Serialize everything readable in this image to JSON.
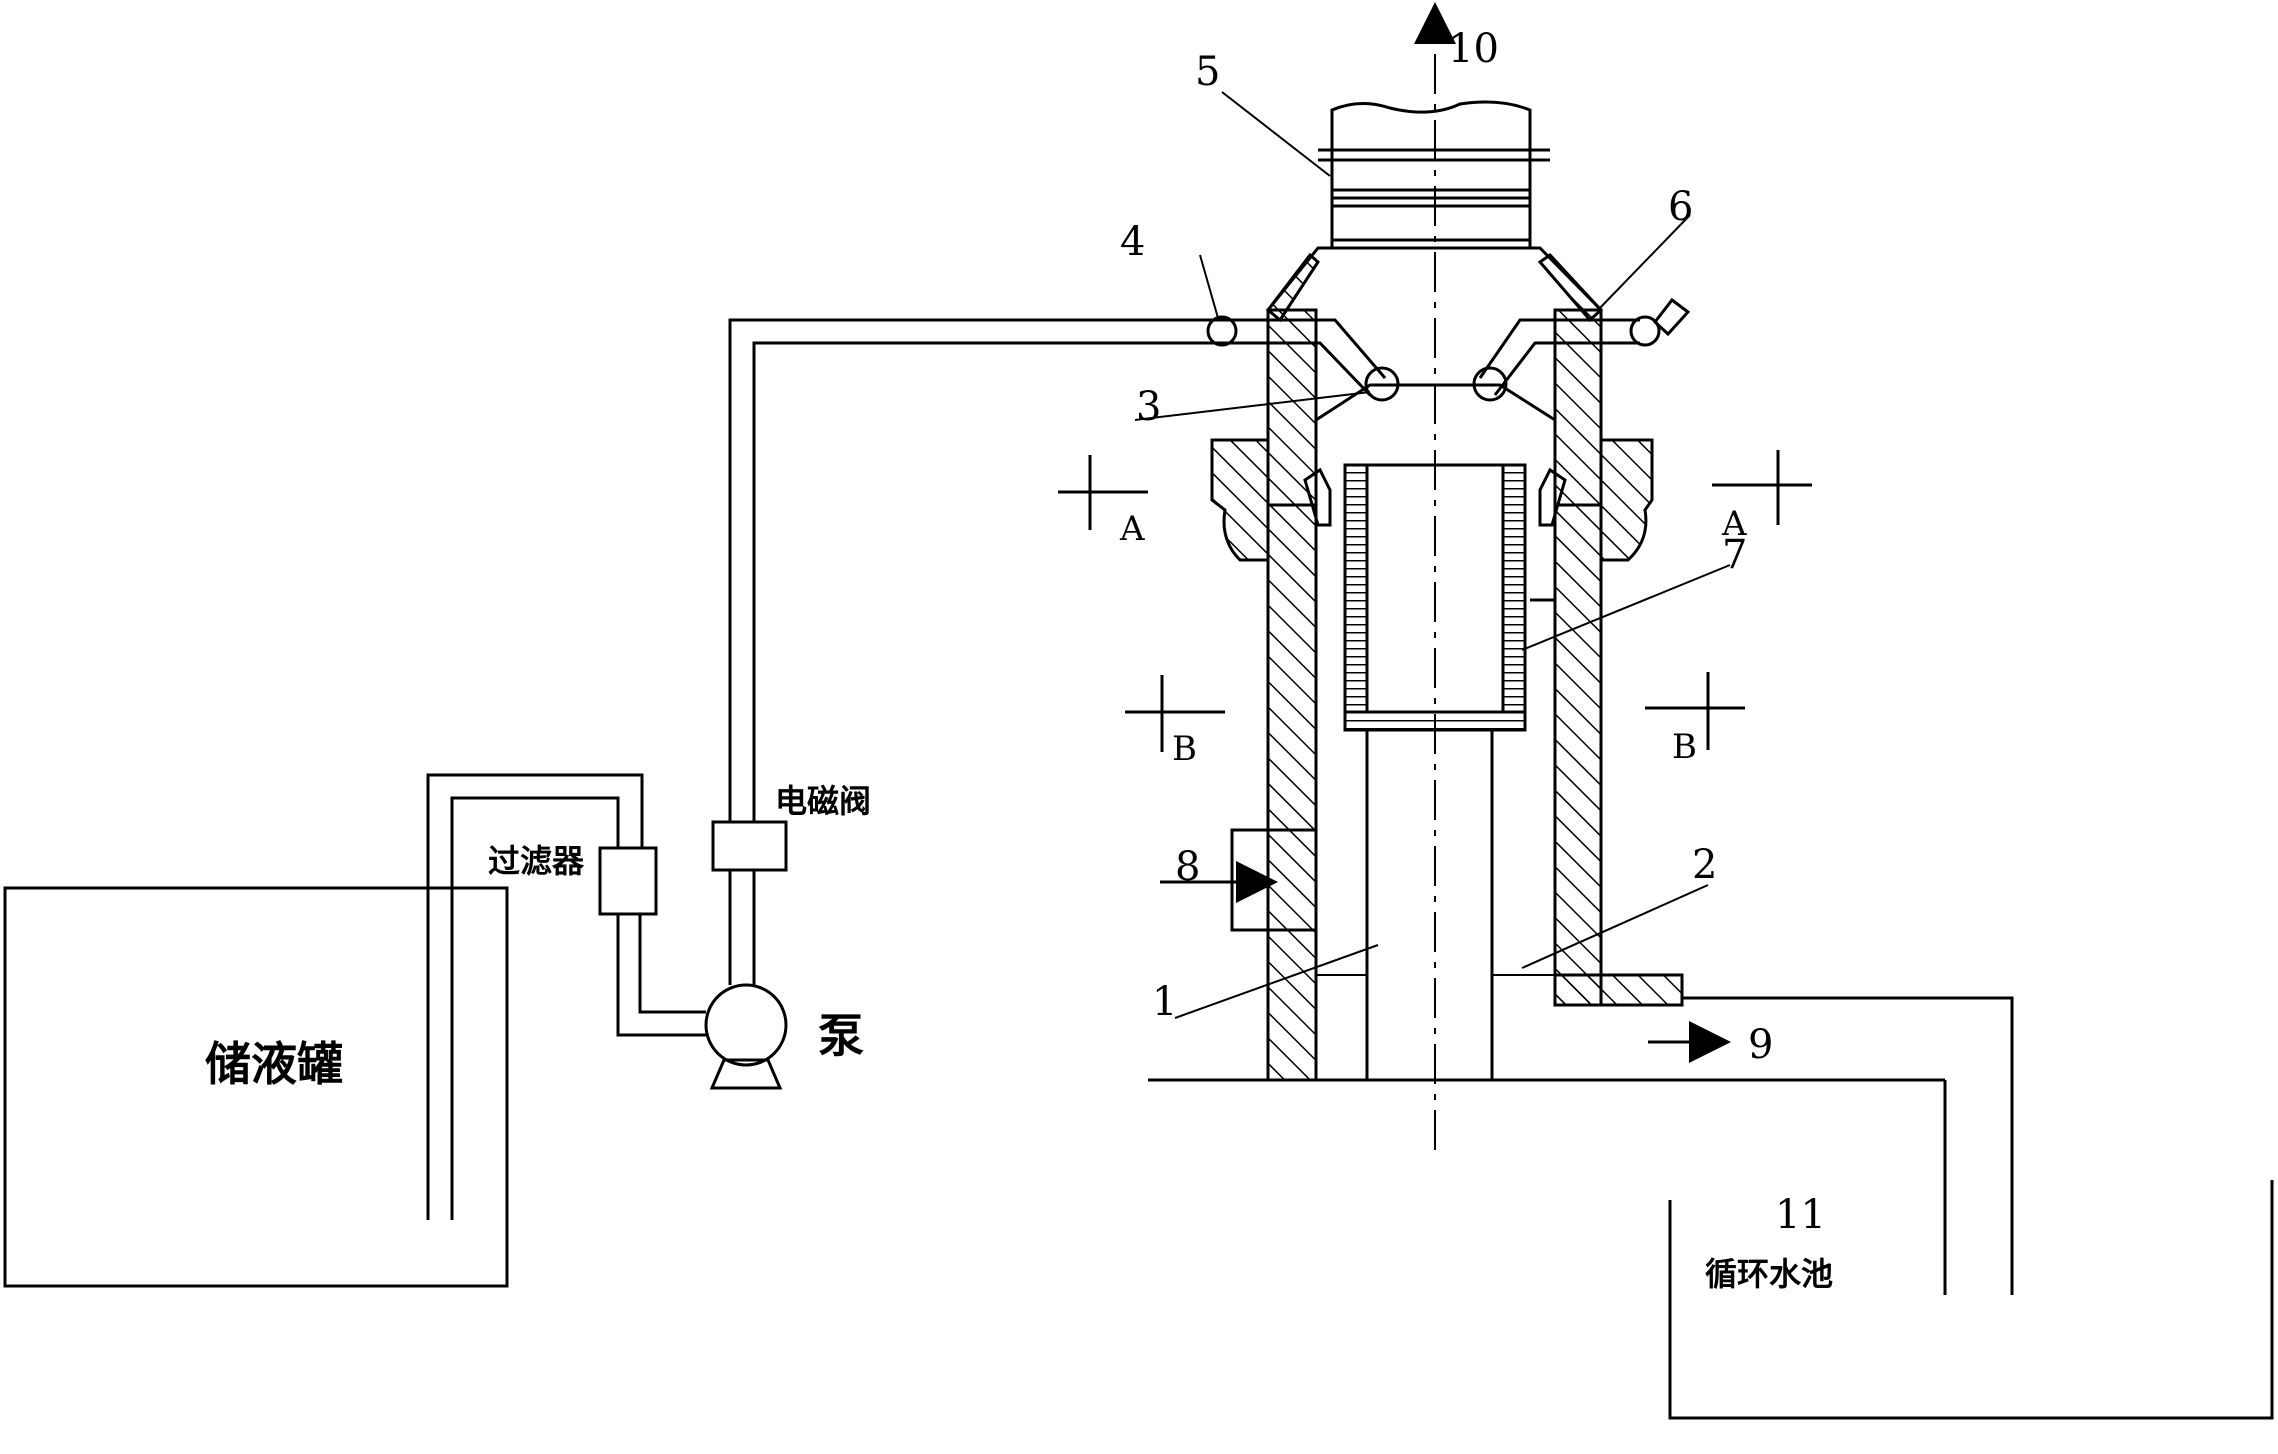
{
  "labels": {
    "storage_tank": "储液罐",
    "filter": "过滤器",
    "solenoid_valve": "电磁阀",
    "pump": "泵",
    "circulation_pool": "循环水池"
  },
  "callouts": {
    "n1": "1",
    "n2": "2",
    "n3": "3",
    "n4": "4",
    "n5": "5",
    "n6": "6",
    "n7": "7",
    "n8": "8",
    "n9": "9",
    "n10": "10",
    "n11": "11"
  },
  "sections": {
    "a_left": "A",
    "a_right": "A",
    "b_left": "B",
    "b_right": "B"
  }
}
